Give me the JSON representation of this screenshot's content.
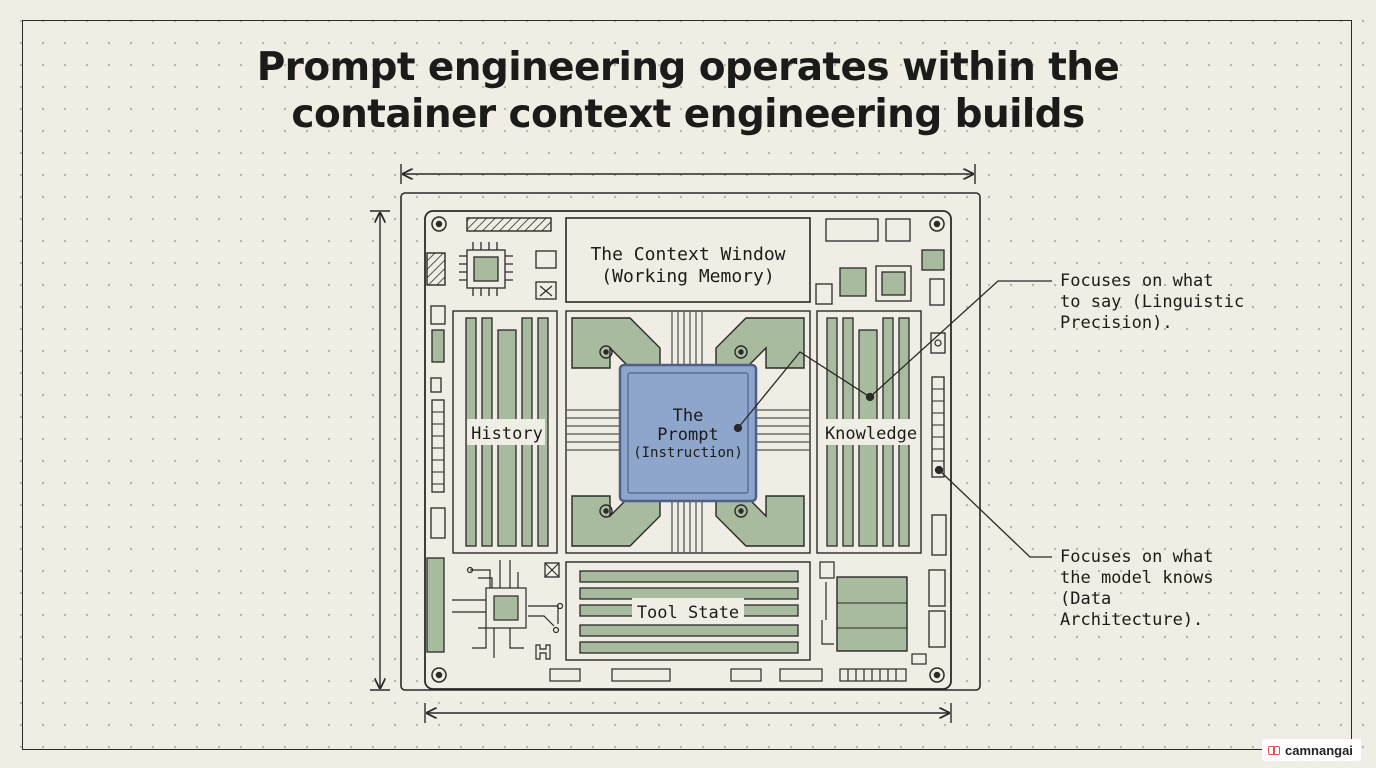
{
  "title": {
    "line1": "Prompt engineering operates within the",
    "line2": "container context engineering builds"
  },
  "board": {
    "context_window_line1": "The Context Window",
    "context_window_line2": "(Working Memory)",
    "prompt_line1": "The",
    "prompt_line2": "Prompt",
    "prompt_line3": "(Instruction)",
    "history": "History",
    "knowledge": "Knowledge",
    "tool_state": "Tool State"
  },
  "annotations": {
    "prompt_note": "Focuses on what\nto say (Linguistic\nPrecision).",
    "context_note": "Focuses on what\nthe model knows\n(Data\nArchitecture)."
  },
  "brand": {
    "label": "camnangai",
    "icon": "book-icon"
  },
  "colors": {
    "background": "#efede4",
    "ink": "#2a2a28",
    "board_green": "#a9bb9f",
    "prompt_blue": "#8fa6cc",
    "prompt_border": "#4f5f86"
  }
}
